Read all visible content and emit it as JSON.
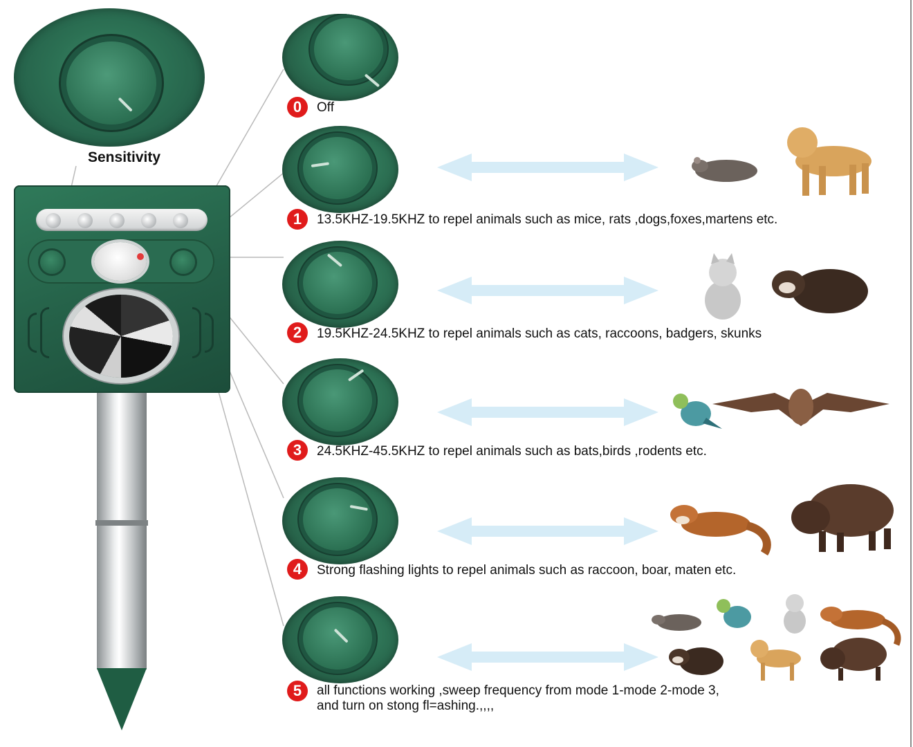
{
  "sensitivity": {
    "label": "Sensitivity"
  },
  "modes": [
    {
      "number": "0",
      "text": "Off",
      "icons": []
    },
    {
      "number": "1",
      "text": "13.5KHZ-19.5KHZ to repel animals such as mice, rats ,dogs,foxes,martens etc.",
      "icons": [
        "mouse-icon",
        "dog-icon"
      ]
    },
    {
      "number": "2",
      "text": "19.5KHZ-24.5KHZ to repel animals such as cats, raccoons, badgers, skunks",
      "icons": [
        "cat-icon",
        "ferret-icon"
      ]
    },
    {
      "number": "3",
      "text": "24.5KHZ-45.5KHZ to repel animals such as bats,birds ,rodents etc.",
      "icons": [
        "bird-icon",
        "bat-icon"
      ]
    },
    {
      "number": "4",
      "text": "Strong flashing lights to repel animals such as raccoon, boar, maten etc.",
      "icons": [
        "marten-icon",
        "boar-icon"
      ]
    },
    {
      "number": "5",
      "text": "all functions working ,sweep frequency from mode 1-mode 2-mode 3,",
      "text2": "and turn on stong fl=ashing.,,,,",
      "icons": [
        "mouse-icon",
        "bird-icon",
        "cat-icon",
        "marten-icon",
        "ferret-icon",
        "dog-icon",
        "boar-icon"
      ]
    }
  ],
  "colors": {
    "device_green": "#2f7a5a",
    "badge_red": "#e01b1b",
    "arrow_blue": "#d6ecf7"
  }
}
